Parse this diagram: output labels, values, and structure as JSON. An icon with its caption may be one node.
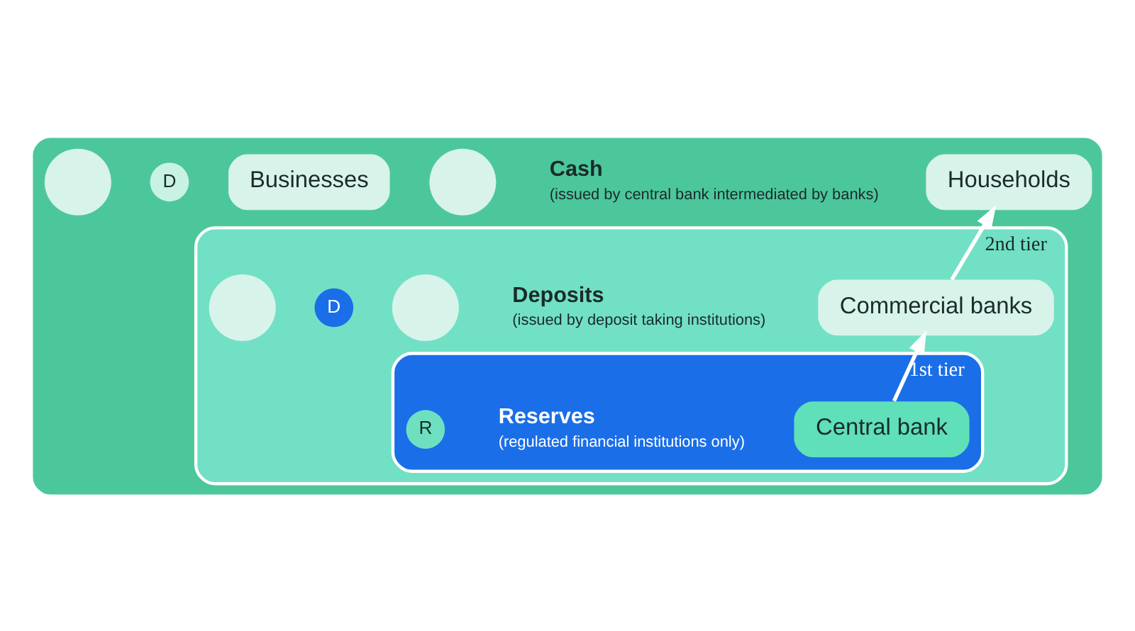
{
  "diagram": {
    "nodes": [
      {
        "text": [],
        "shape": "band"
      },
      {
        "text": [
          "2nd tier"
        ],
        "in": 0
      },
      {
        "text": [
          "1st tier"
        ],
        "in": 1
      },
      {
        "text": [
          "R"
        ],
        "beside": [
          "Reserves",
          "(regulated financial institutions only)"
        ],
        "in": 2
      },
      {
        "text": [
          "Central bank"
        ],
        "in": 2
      },
      {
        "text": [
          "D"
        ],
        "beside": [
          "Deposits",
          "(issued by deposit taking institutions)"
        ],
        "in": 1
      },
      {
        "text": [
          "Commercial banks"
        ],
        "in": 1
      },
      {
        "text": [],
        "shape": "circle",
        "in": 1
      },
      {
        "text": [],
        "shape": "circle",
        "in": 1
      },
      {
        "text": [
          "Businesses"
        ],
        "in": 0
      },
      {
        "text": [
          "Households"
        ],
        "in": 0
      },
      {
        "text": [],
        "shape": "circle",
        "in": 0
      },
      {
        "text": [
          "D"
        ],
        "beside": [
          "Cash",
          "(issued by central bank intermediated by banks)"
        ],
        "in": 0
      },
      {
        "text": [],
        "shape": "circle",
        "in": 0
      }
    ],
    "edges": [
      {
        "from": 4,
        "to": 6,
        "arrow": "to"
      },
      {
        "from": 6,
        "to": 10,
        "arrow": "to"
      }
    ]
  }
}
